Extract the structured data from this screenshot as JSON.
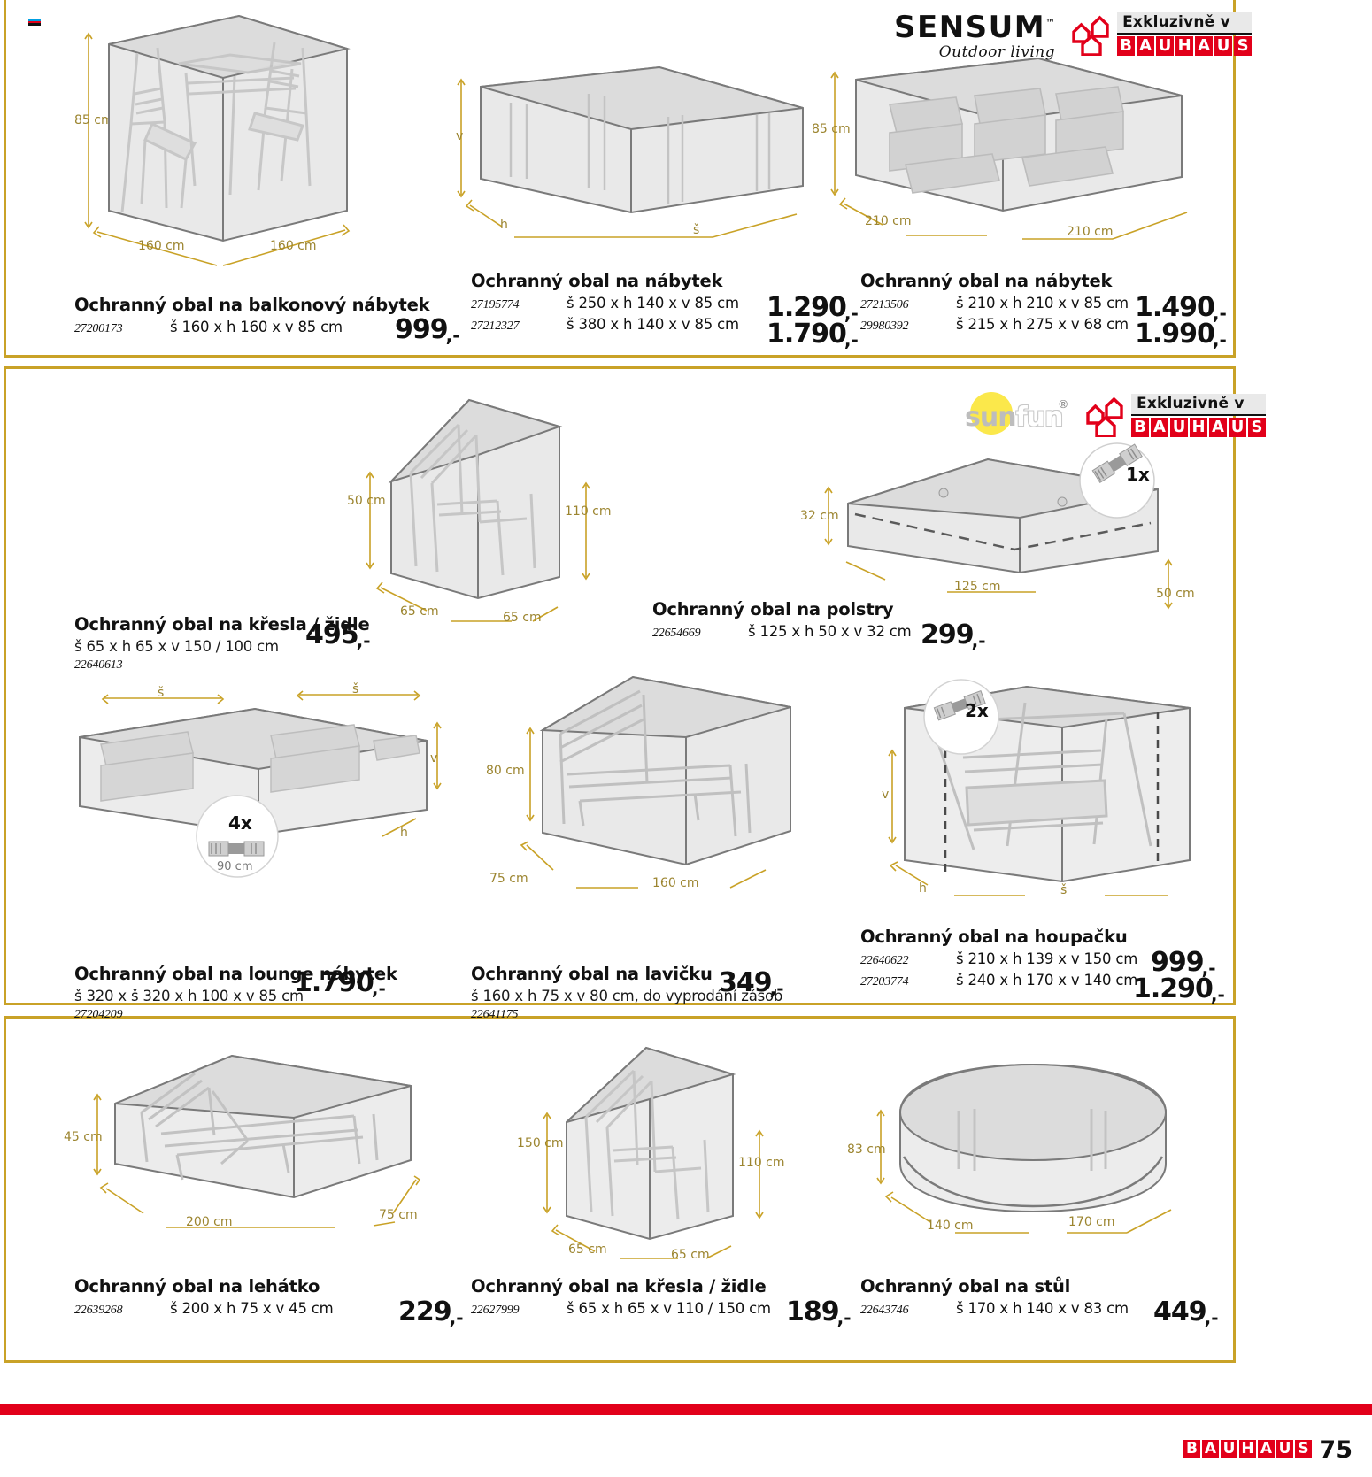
{
  "page": {
    "number": "75",
    "footer_brand": "BAUHAUS",
    "accent_gold": "#c9a227",
    "accent_red": "#e2001a"
  },
  "badges": {
    "exclusive_label": "Exkluzivně v",
    "exclusive_brand": "BAUHAUS"
  },
  "brands": {
    "sensum": {
      "word": "SENSUM",
      "tm": "™",
      "tagline": "Outdoor living"
    },
    "sunfun": {
      "sun": "sun",
      "fun": "fun",
      "reg": "®"
    }
  },
  "sections": [
    {
      "id": "sensum",
      "brand": "sensum",
      "products": [
        {
          "title": "Ochranný obal na balkonový nábytek",
          "variants": [
            {
              "sku": "27200173",
              "dims": "š 160 x h 160 x v 85 cm",
              "price": "999",
              "currency": ",-"
            }
          ],
          "illustration": {
            "labels": [
              "85 cm",
              "160 cm",
              "160 cm"
            ]
          }
        },
        {
          "title": "Ochranný obal na nábytek",
          "variants": [
            {
              "sku": "27195774",
              "dims": "š 250 x h 140 x v 85 cm",
              "price": "1.290",
              "currency": ",-"
            },
            {
              "sku": "27212327",
              "dims": "š 380 x h 140 x v 85 cm",
              "price": "1.790",
              "currency": ",-"
            }
          ],
          "illustration": {
            "labels": [
              "v",
              "h",
              "š"
            ]
          }
        },
        {
          "title": "Ochranný obal na nábytek",
          "variants": [
            {
              "sku": "27213506",
              "dims": "š 210 x h 210 x v 85 cm",
              "price": "1.490",
              "currency": ",-"
            },
            {
              "sku": "29980392",
              "dims": "š 215 x h 275 x v 68 cm",
              "price": "1.990",
              "currency": ",-"
            }
          ],
          "illustration": {
            "labels": [
              "85 cm",
              "210 cm",
              "210 cm"
            ]
          }
        }
      ]
    },
    {
      "id": "sunfun",
      "brand": "sunfun",
      "products": [
        {
          "title": "Ochranný obal na křesla / židle",
          "subtitle": "š 65 x h 65 x v 150 / 100 cm",
          "variants": [
            {
              "sku": "22640613",
              "dims": "",
              "price": "495",
              "currency": ",-"
            }
          ],
          "illustration": {
            "labels": [
              "50 cm",
              "110 cm",
              "65 cm",
              "65 cm"
            ]
          }
        },
        {
          "title": "Ochranný obal na polstry",
          "variants": [
            {
              "sku": "22654669",
              "dims": "š 125 x h 50 x v 32 cm",
              "price": "299",
              "currency": ",-"
            }
          ],
          "illustration": {
            "labels": [
              "32 cm",
              "125 cm",
              "50 cm"
            ],
            "badge": "1x"
          }
        },
        {
          "title": "Ochranný obal na lounge nábytek",
          "subtitle": "š 320 x š 320 x h 100 x v 85 cm",
          "variants": [
            {
              "sku": "27204209",
              "dims": "",
              "price": "1.790",
              "currency": ",-"
            }
          ],
          "illustration": {
            "labels": [
              "š",
              "š",
              "v",
              "h"
            ],
            "badge": "4x",
            "badge_sub": "90 cm"
          }
        },
        {
          "title": "Ochranný obal na lavičku",
          "subtitle": "š 160 x h 75 x v 80 cm, do vyprodání zásob",
          "variants": [
            {
              "sku": "22641175",
              "dims": "",
              "price": "349",
              "currency": ",-"
            }
          ],
          "illustration": {
            "labels": [
              "80 cm",
              "75 cm",
              "160 cm"
            ]
          }
        },
        {
          "title": "Ochranný obal na houpačku",
          "variants": [
            {
              "sku": "22640622",
              "dims": "š 210 x h 139 x v 150 cm",
              "price": "999",
              "currency": ",-"
            },
            {
              "sku": "27203774",
              "dims": "š 240 x h 170 x v 140 cm",
              "price": "1.290",
              "currency": ",-"
            }
          ],
          "illustration": {
            "labels": [
              "v",
              "h",
              "š"
            ],
            "badge": "2x"
          }
        }
      ]
    },
    {
      "id": "bottom",
      "products": [
        {
          "title": "Ochranný obal na lehátko",
          "variants": [
            {
              "sku": "22639268",
              "dims": "š 200 x h 75 x v 45 cm",
              "price": "229",
              "currency": ",-"
            }
          ],
          "illustration": {
            "labels": [
              "45 cm",
              "200 cm",
              "75 cm"
            ]
          }
        },
        {
          "title": "Ochranný obal na křesla / židle",
          "variants": [
            {
              "sku": "22627999",
              "dims": "š 65 x h 65 x v 110 / 150 cm",
              "price": "189",
              "currency": ",-"
            }
          ],
          "illustration": {
            "labels": [
              "150 cm",
              "110 cm",
              "65 cm",
              "65 cm"
            ]
          }
        },
        {
          "title": "Ochranný obal na stůl",
          "variants": [
            {
              "sku": "22643746",
              "dims": "š 170 x h 140 x v 83 cm",
              "price": "449",
              "currency": ",-"
            }
          ],
          "illustration": {
            "labels": [
              "83 cm",
              "140 cm",
              "170 cm"
            ]
          }
        }
      ]
    }
  ]
}
